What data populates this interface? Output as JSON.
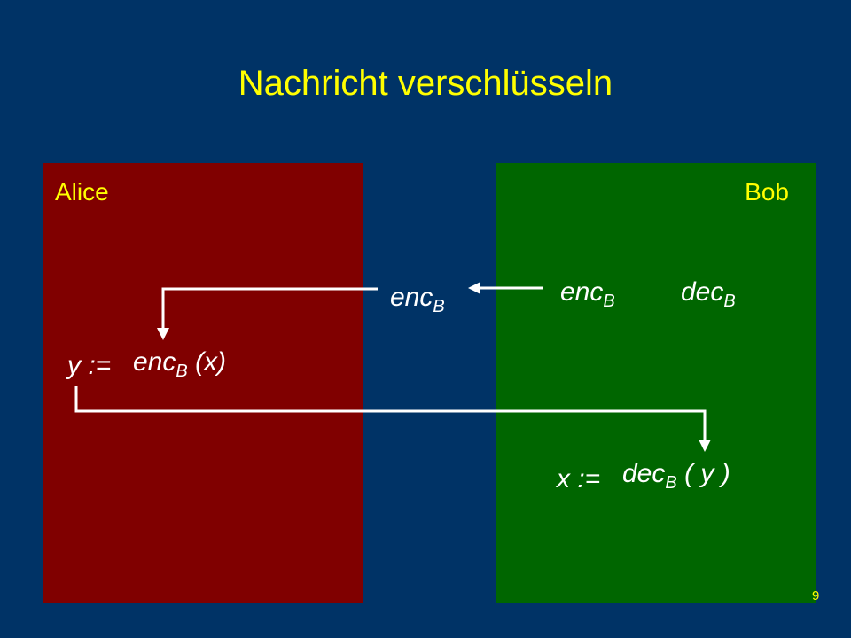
{
  "slide": {
    "title": "Nachricht verschlüsseln",
    "page_number": "9"
  },
  "alice": {
    "label": "Alice",
    "assignment_var": "y :=",
    "func_name": "enc",
    "func_sub": "B",
    "func_arg": "(x)"
  },
  "bob": {
    "label": "Bob",
    "key_enc_name": "enc",
    "key_enc_sub": "B",
    "key_dec_name": "dec",
    "key_dec_sub": "B",
    "assignment_var": "x :=",
    "func_name": "dec",
    "func_sub": "B",
    "func_arg": "( y )"
  },
  "transfer": {
    "key_name": "enc",
    "key_sub": "B"
  },
  "colors": {
    "background": "#003366",
    "alice_panel": "#800000",
    "bob_panel": "#006600",
    "accent_text": "#ffff00",
    "math_text": "#ffffff"
  }
}
